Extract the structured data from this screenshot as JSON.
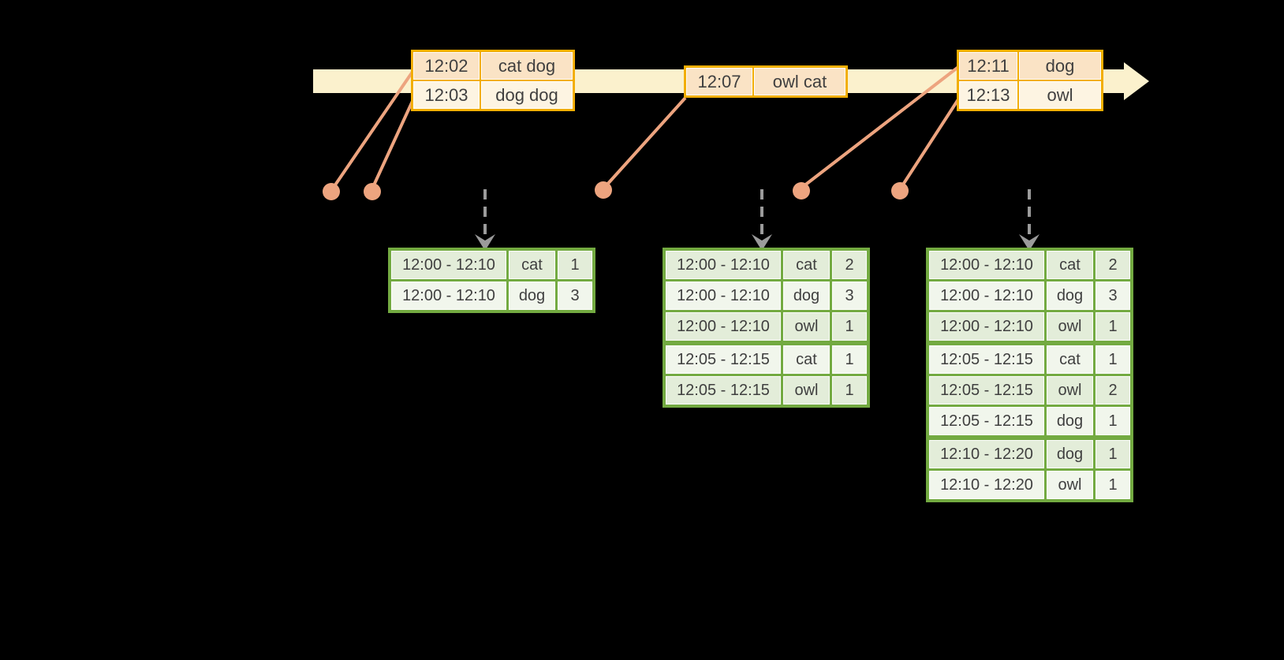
{
  "colors": {
    "background": "#000000",
    "timeline_band": "#FBF1CD",
    "event_table_border": "#F2AE01",
    "event_cell_dark": "#FAE3C5",
    "event_cell_light": "#FDF4E2",
    "connector_salmon": "#EDA47F",
    "trigger_arrow_gray": "#9B9B9B",
    "result_table_border": "#73AA41",
    "result_cell_dark": "#E3EDD9",
    "result_cell_light": "#F1F6EC",
    "text": "#3F3F3F",
    "cell_hairline": "rgba(255,255,255,0.85)"
  },
  "icons": {
    "timeline_arrow": "right-arrow-band",
    "trigger_arrow": "dashed-down-arrow",
    "event_marker": "filled-dot"
  },
  "timeline": {
    "event_tables": [
      {
        "rows": [
          {
            "time": "12:02",
            "words": "cat dog"
          },
          {
            "time": "12:03",
            "words": "dog dog"
          }
        ]
      },
      {
        "rows": [
          {
            "time": "12:07",
            "words": "owl cat"
          }
        ]
      },
      {
        "rows": [
          {
            "time": "12:11",
            "words": "dog"
          },
          {
            "time": "12:13",
            "words": "owl"
          }
        ]
      }
    ]
  },
  "result_tables": [
    {
      "rows": [
        {
          "window": "12:00 - 12:10",
          "word": "cat",
          "count": "1"
        },
        {
          "window": "12:00 - 12:10",
          "word": "dog",
          "count": "3"
        }
      ]
    },
    {
      "rows": [
        {
          "window": "12:00 - 12:10",
          "word": "cat",
          "count": "2"
        },
        {
          "window": "12:00 - 12:10",
          "word": "dog",
          "count": "3"
        },
        {
          "window": "12:00 - 12:10",
          "word": "owl",
          "count": "1"
        },
        {
          "window": "12:05 - 12:15",
          "word": "cat",
          "count": "1"
        },
        {
          "window": "12:05 - 12:15",
          "word": "owl",
          "count": "1"
        }
      ]
    },
    {
      "rows": [
        {
          "window": "12:00 - 12:10",
          "word": "cat",
          "count": "2"
        },
        {
          "window": "12:00 - 12:10",
          "word": "dog",
          "count": "3"
        },
        {
          "window": "12:00 - 12:10",
          "word": "owl",
          "count": "1"
        },
        {
          "window": "12:05 - 12:15",
          "word": "cat",
          "count": "1"
        },
        {
          "window": "12:05 - 12:15",
          "word": "owl",
          "count": "2"
        },
        {
          "window": "12:05 - 12:15",
          "word": "dog",
          "count": "1"
        },
        {
          "window": "12:10 - 12:20",
          "word": "dog",
          "count": "1"
        },
        {
          "window": "12:10 - 12:20",
          "word": "owl",
          "count": "1"
        }
      ]
    }
  ]
}
